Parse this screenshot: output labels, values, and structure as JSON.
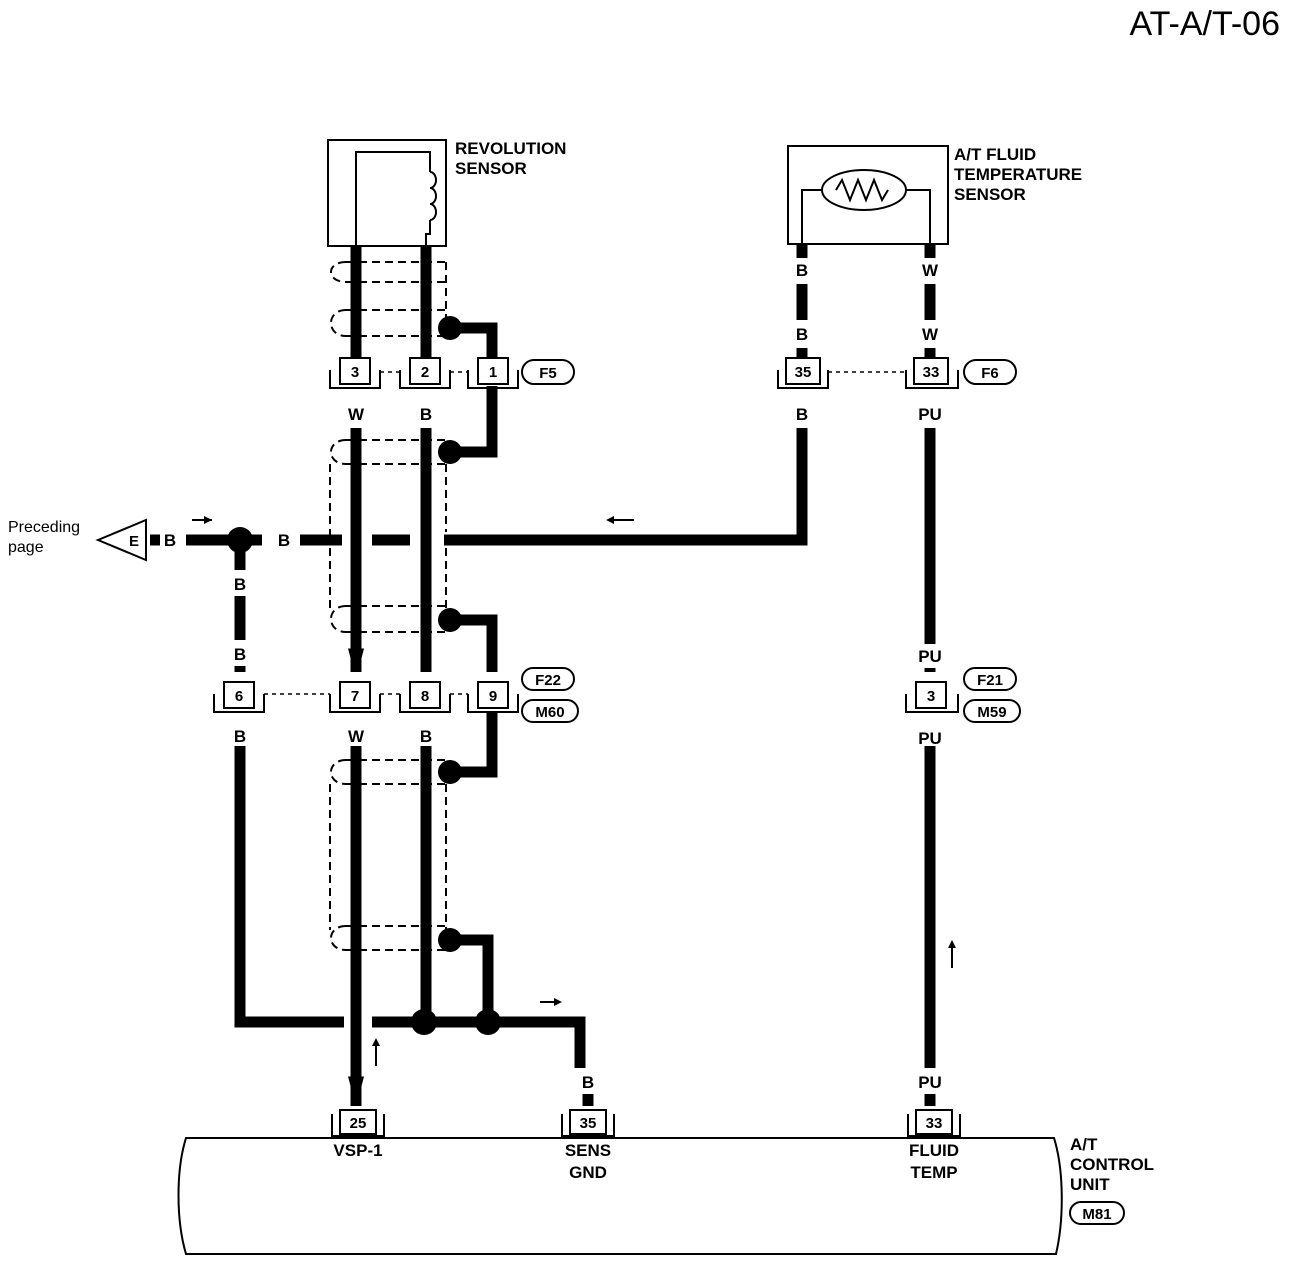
{
  "page_code": "AT-A/T-06",
  "components": {
    "revolution_sensor": [
      "REVOLUTION",
      "SENSOR"
    ],
    "fluid_temp_sensor": [
      "A/T FLUID",
      "TEMPERATURE",
      "SENSOR"
    ],
    "control_unit": [
      "A/T",
      "CONTROL",
      "UNIT"
    ],
    "control_unit_connector": "M81"
  },
  "preceding_page": {
    "line1": "Preceding",
    "line2": "page",
    "connector": "E"
  },
  "connectors": {
    "F5": "F5",
    "F6": "F6",
    "F21": "F21",
    "F22": "F22",
    "M59": "M59",
    "M60": "M60"
  },
  "pins": {
    "rev_3": "3",
    "rev_2": "2",
    "rev_1": "1",
    "f6_35": "35",
    "f6_33": "33",
    "mid_6": "6",
    "mid_7": "7",
    "mid_8": "8",
    "mid_9": "9",
    "f21_3": "3",
    "cu_25": "25",
    "cu_35": "35",
    "cu_33": "33"
  },
  "wire_colors": {
    "w": "W",
    "b": "B",
    "pu": "PU"
  },
  "terminals": {
    "vsp": "VSP-1",
    "sens_gnd": [
      "SENS",
      "GND"
    ],
    "fluid_temp": [
      "FLUID",
      "TEMP"
    ]
  },
  "colors": {
    "ink": "#000000",
    "paper": "#ffffff"
  }
}
